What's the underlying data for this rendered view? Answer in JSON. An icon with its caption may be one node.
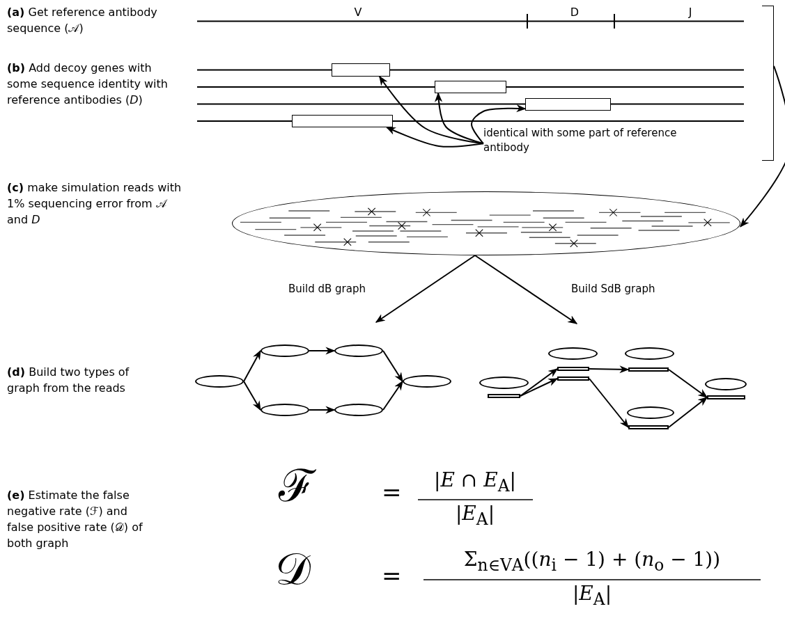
{
  "diagram": {
    "nodes": [
      {
        "text": [],
        "shape": "box"
      },
      {
        "text": [],
        "shape": "box"
      },
      {
        "text": [],
        "shape": "box"
      },
      {
        "text": [],
        "shape": "box"
      },
      {
        "text": [
          "identical with some part of reference antibody"
        ]
      },
      {
        "text": [],
        "shape": "ellipse"
      },
      {
        "text": [],
        "shape": "ellipse"
      },
      {
        "text": [],
        "shape": "ellipse"
      },
      {
        "text": [],
        "shape": "ellipse"
      },
      {
        "text": [],
        "shape": "ellipse"
      },
      {
        "text": [],
        "shape": "ellipse"
      },
      {
        "text": [],
        "shape": "ellipse"
      },
      {
        "text": [],
        "shape": "ellipse"
      },
      {
        "text": [],
        "shape": "bar"
      },
      {
        "text": [],
        "shape": "ellipse"
      },
      {
        "text": [],
        "shape": "bar"
      },
      {
        "text": [],
        "shape": "bar"
      },
      {
        "text": [],
        "shape": "ellipse"
      },
      {
        "text": [],
        "shape": "bar"
      },
      {
        "text": [],
        "shape": "ellipse"
      },
      {
        "text": [],
        "shape": "bar"
      },
      {
        "text": [],
        "shape": "ellipse"
      },
      {
        "text": [],
        "shape": "bar"
      },
      {
        "text": [],
        "shape": "bracket"
      }
    ],
    "edges": [
      {
        "from": 4,
        "to": 0,
        "arrow": "to"
      },
      {
        "from": 4,
        "to": 1,
        "arrow": "to"
      },
      {
        "from": 4,
        "to": 2,
        "arrow": "to"
      },
      {
        "from": 4,
        "to": 3,
        "arrow": "to"
      },
      {
        "from": 23,
        "to": 5,
        "arrow": "to"
      },
      {
        "from": 5,
        "to": null,
        "arrow": "to",
        "label": "Build dB graph"
      },
      {
        "from": 5,
        "to": null,
        "arrow": "to",
        "label": "Build SdB graph"
      },
      {
        "from": 6,
        "to": 7,
        "arrow": "to"
      },
      {
        "from": 6,
        "to": 9,
        "arrow": "to"
      },
      {
        "from": 7,
        "to": 8,
        "arrow": "to"
      },
      {
        "from": 9,
        "to": 10,
        "arrow": "to"
      },
      {
        "from": 8,
        "to": 11,
        "arrow": "to"
      },
      {
        "from": 10,
        "to": 11,
        "arrow": "to"
      },
      {
        "from": 13,
        "to": 15,
        "arrow": "to"
      },
      {
        "from": 13,
        "to": 16,
        "arrow": "to"
      },
      {
        "from": 15,
        "to": 18,
        "arrow": "to"
      },
      {
        "from": 16,
        "to": 20,
        "arrow": "to"
      },
      {
        "from": 18,
        "to": 22,
        "arrow": "to"
      },
      {
        "from": 20,
        "to": 22,
        "arrow": "to"
      }
    ],
    "labels": [
      "**(a)** Get reference antibody sequence (𝒜)",
      "V",
      "D",
      "J",
      "**(b)** Add decoy genes with some sequence identity with reference antibodies (*D*)",
      "**(c)** make simulation reads with 1% sequencing error from 𝒜 and *D*",
      "**(d)** Build two types of graph from the reads",
      "**(e)** Estimate the false negative rate (ℱ) and false positive rate (𝒟) of both graph",
      "ℱ",
      "=",
      "|*E* ∩ *E*$_{A}$|",
      "|*E*$_{A}$|",
      "𝒟",
      "=",
      "Σ$_{n∈V}$$_{A}$((*n*$_{i}$ − 1) + (*n*$_{o}$ − 1))",
      "|*E*$_{A}$|"
    ]
  }
}
